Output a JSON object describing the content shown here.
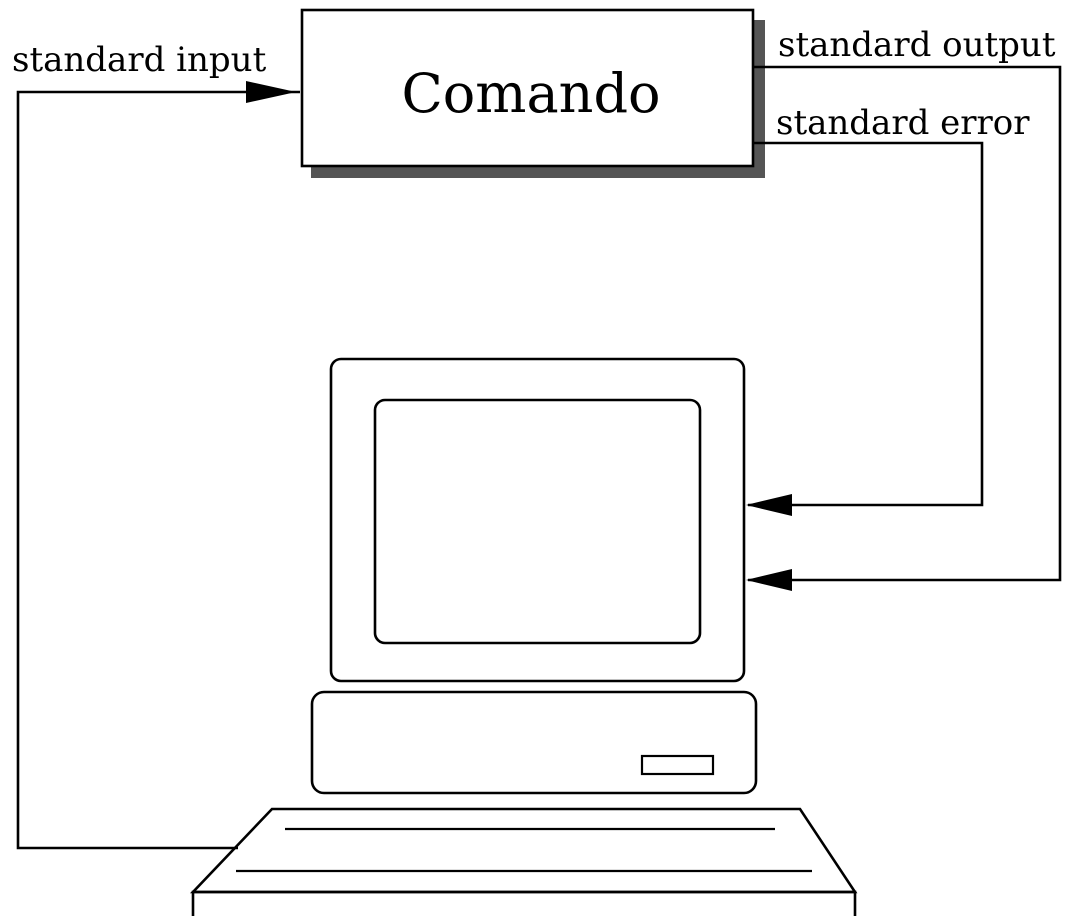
{
  "diagram": {
    "command_box": {
      "label": "Comando"
    },
    "streams": {
      "input_label": "standard input",
      "output_label": "standard output",
      "error_label": "standard error"
    },
    "colors": {
      "stroke": "#000000",
      "shadow": "#555555",
      "background": "#ffffff"
    },
    "icons": {
      "terminal": "computer-terminal-icon"
    }
  }
}
